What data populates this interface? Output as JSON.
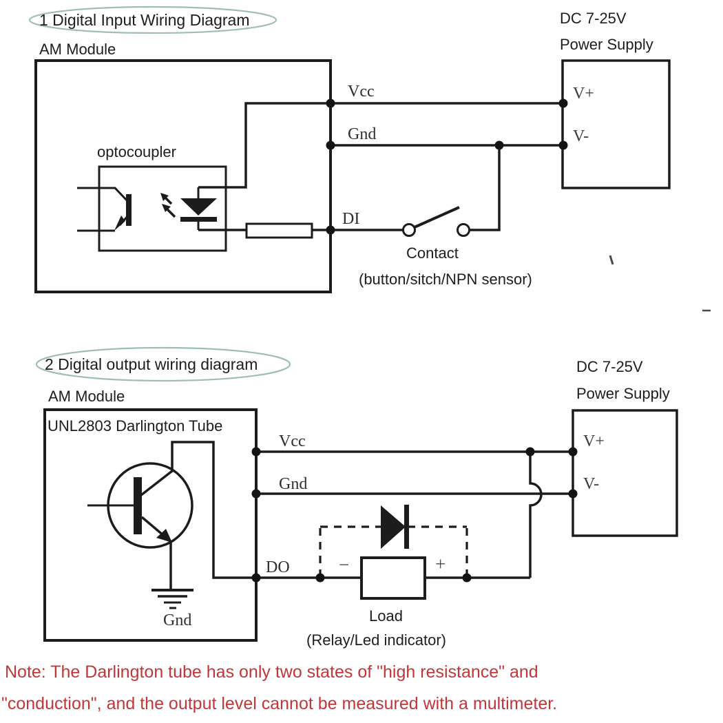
{
  "colors": {
    "wire": "#1c1c1c",
    "highlight_ellipse": "#9cc0ad",
    "note_red": "#c23639",
    "pin_text": "#2e2e2e"
  },
  "diagram1": {
    "title": "1 Digital Input Wiring Diagram",
    "module_label": "AM Module",
    "optocoupler_label": "optocoupler",
    "pin_vcc": "Vcc",
    "pin_gnd": "Gnd",
    "pin_di": "DI",
    "contact_label": "Contact",
    "contact_sub": "(button/sitch/NPN sensor)",
    "power": {
      "line1": "DC 7-25V",
      "line2": "Power Supply",
      "vplus": "V+",
      "vminus": "V-"
    }
  },
  "diagram2": {
    "title": "2 Digital output wiring diagram",
    "module_label": "AM Module",
    "tube_label": "UNL2803 Darlington Tube",
    "pin_vcc": "Vcc",
    "pin_gnd": "Gnd",
    "pin_do": "DO",
    "ground_label": "Gnd",
    "sign_minus": "−",
    "sign_plus": "+",
    "load_label": "Load",
    "load_sub": "(Relay/Led indicator)",
    "power": {
      "line1": "DC 7-25V",
      "line2": "Power Supply",
      "vplus": "V+",
      "vminus": "V-"
    }
  },
  "note": {
    "line1": "Note: The Darlington tube has only two states of \"high resistance\" and",
    "line2": "\"conduction\", and the output level cannot be measured with a multimeter."
  }
}
